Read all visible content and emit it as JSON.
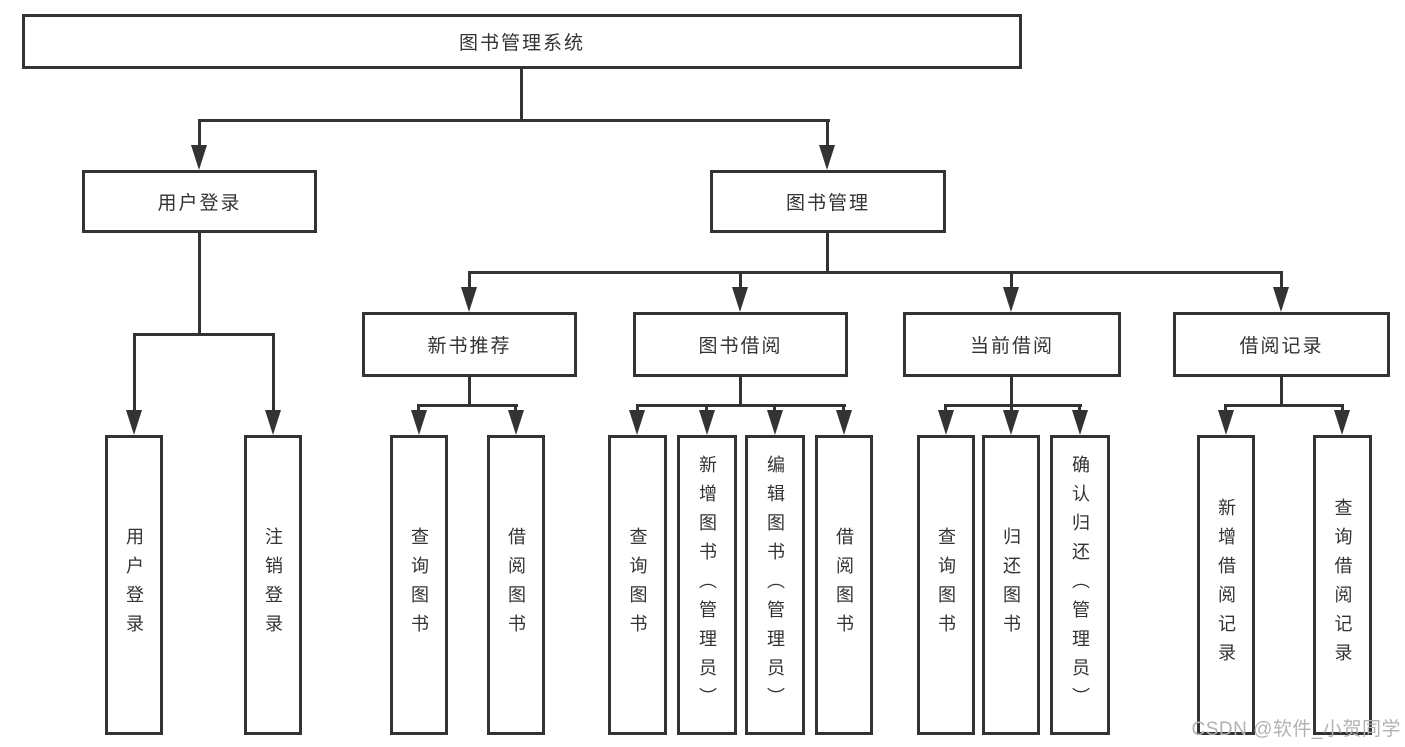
{
  "diagram_title": "图书管理系统",
  "colors": {
    "line": "#333333",
    "text": "#333333",
    "background": "#ffffff",
    "watermark": "#b2b2b2"
  },
  "nodes": {
    "root": {
      "label": "图书管理系统"
    },
    "level2": [
      {
        "label": "用户登录"
      },
      {
        "label": "图书管理"
      }
    ],
    "level3": [
      {
        "label": "新书推荐"
      },
      {
        "label": "图书借阅"
      },
      {
        "label": "当前借阅"
      },
      {
        "label": "借阅记录"
      }
    ],
    "leaves": [
      {
        "label": "用户登录"
      },
      {
        "label": "注销登录"
      },
      {
        "label": "查询图书"
      },
      {
        "label": "借阅图书"
      },
      {
        "label": "查询图书"
      },
      {
        "label": "新增图书（管理员）"
      },
      {
        "label": "编辑图书（管理员）"
      },
      {
        "label": "借阅图书"
      },
      {
        "label": "查询图书"
      },
      {
        "label": "归还图书"
      },
      {
        "label": "确认归还（管理员）"
      },
      {
        "label": "新增借阅记录"
      },
      {
        "label": "查询借阅记录"
      }
    ]
  },
  "watermark": {
    "text": "CSDN @软件_小贺同学"
  }
}
